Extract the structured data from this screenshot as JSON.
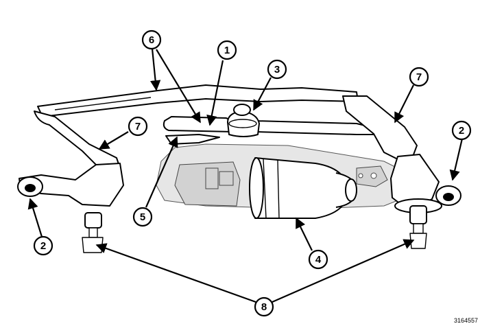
{
  "callouts": {
    "c1": "1",
    "c2a": "2",
    "c2b": "2",
    "c3": "3",
    "c4": "4",
    "c5": "5",
    "c6": "6",
    "c7a": "7",
    "c7b": "7",
    "c8": "8"
  },
  "figure_id": "3164557",
  "colors": {
    "line": "#000000",
    "background": "#ffffff",
    "motor_shading": "#e6e6e6"
  }
}
